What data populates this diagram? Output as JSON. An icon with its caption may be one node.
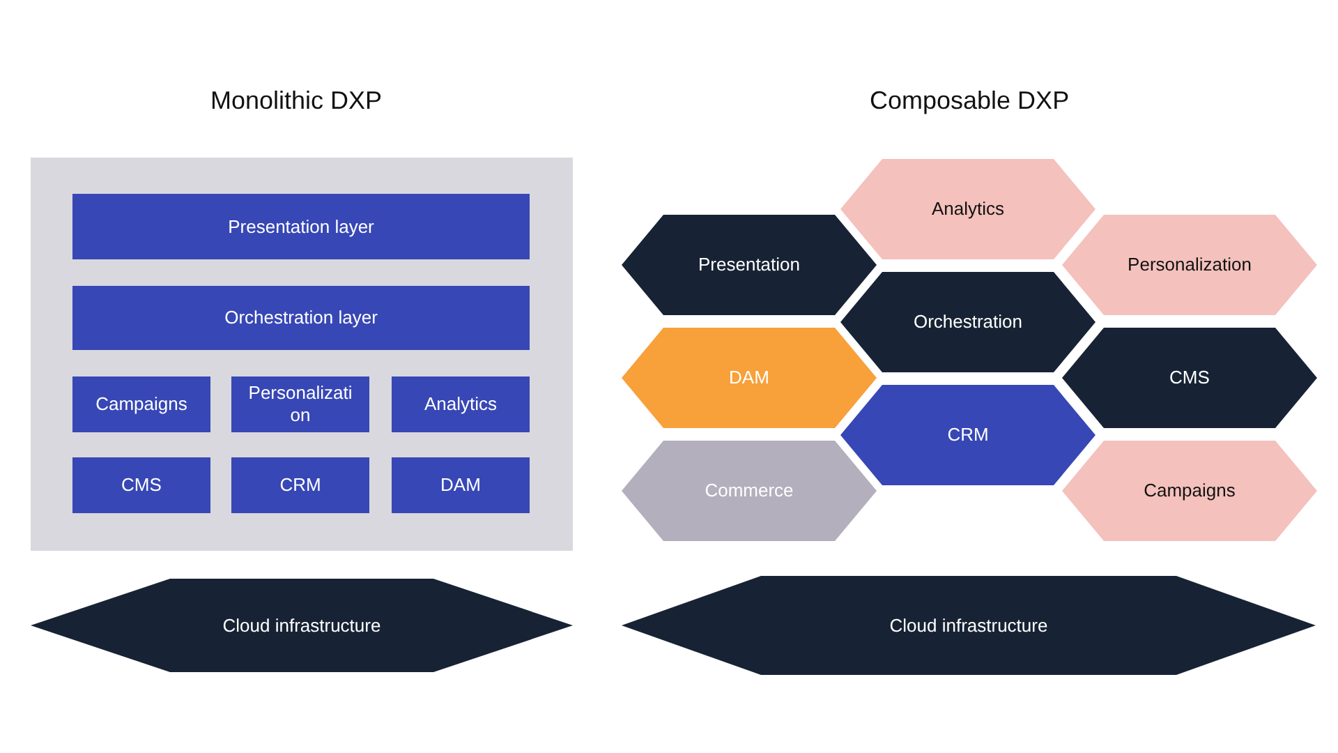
{
  "diagram": {
    "nodes": [
      {
        "text": [],
        "shape": "box"
      },
      {
        "text": [
          "Presentation layer"
        ],
        "in": 0
      },
      {
        "text": [
          "Orchestration layer"
        ],
        "in": 0
      },
      {
        "text": [
          "Campaigns"
        ],
        "in": 0
      },
      {
        "text": [
          "Personalization"
        ],
        "in": 0
      },
      {
        "text": [
          "Analytics"
        ],
        "in": 0
      },
      {
        "text": [
          "CMS"
        ],
        "in": 0
      },
      {
        "text": [
          "CRM"
        ],
        "in": 0
      },
      {
        "text": [
          "DAM"
        ],
        "in": 0
      },
      {
        "text": [
          "Cloud infrastructure"
        ]
      },
      {
        "text": [
          "Analytics"
        ]
      },
      {
        "text": [
          "Presentation"
        ]
      },
      {
        "text": [
          "Personalization"
        ]
      },
      {
        "text": [
          "Orchestration"
        ]
      },
      {
        "text": [
          "DAM"
        ]
      },
      {
        "text": [
          "CMS"
        ]
      },
      {
        "text": [
          "CRM"
        ]
      },
      {
        "text": [
          "Commerce"
        ]
      },
      {
        "text": [
          "Campaigns"
        ]
      },
      {
        "text": [
          "Cloud infrastructure"
        ]
      }
    ],
    "labels": [
      "Monolithic DXP",
      "Composable DXP"
    ]
  }
}
